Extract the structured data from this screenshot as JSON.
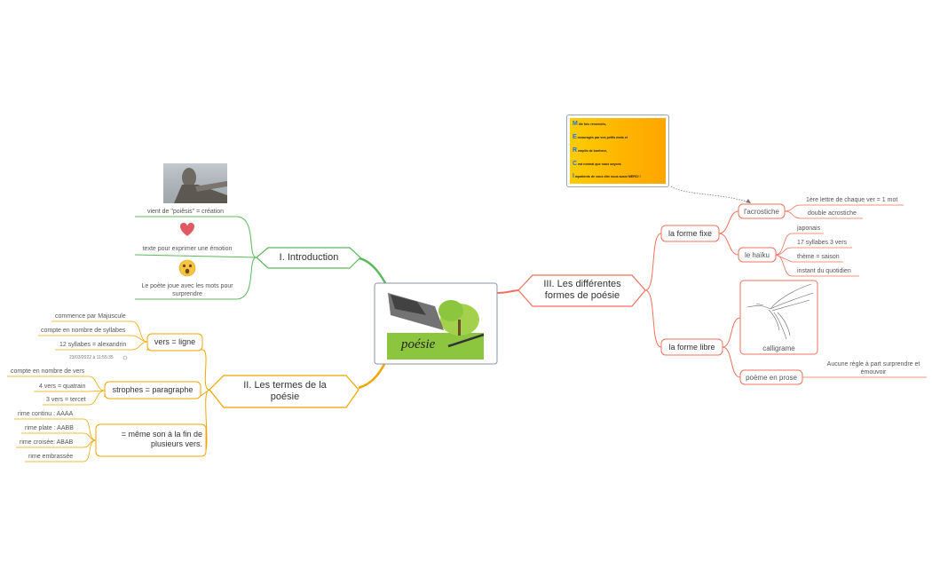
{
  "center": {
    "image": "poesie-illustration",
    "label": "poésie"
  },
  "intro": {
    "title": "I. Introduction",
    "items": [
      {
        "text": "vient de \"poiêsis\" = création",
        "media": "statue-photo"
      },
      {
        "text": "texte pour exprimer une émotion",
        "media": "heart-icon"
      },
      {
        "text": "Le poète joue avec les mots pour surprendre",
        "media": "surprised-face-icon"
      }
    ]
  },
  "terms": {
    "title": "II. Les termes de la poésie",
    "vers": {
      "label": "vers = ligne",
      "items": [
        "commence par Majuscule",
        "compte en nombre de syllabes",
        "12 syllabes = alexandrin"
      ],
      "timestamp": "23/03/2022 à 11:55:35"
    },
    "strophes": {
      "label": "strophes = paragraphe",
      "items": [
        "compte en nombre de vers",
        "4 vers = quatrain",
        "3 vers = tercet"
      ]
    },
    "rime": {
      "label": "= même son à la fin de plusieurs vers.",
      "items": [
        "rime continu : AAAA",
        "rime plate : AABB",
        "rime croisée: ABAB",
        "rime embrassée"
      ]
    }
  },
  "formes": {
    "title": "III. Les différentes formes de poésie",
    "fixe": {
      "label": "la forme fixe",
      "acrostiche": {
        "label": "l'acrostiche",
        "items": [
          "1ère lettre de chaque ver = 1 mot",
          "double acrostiche"
        ]
      },
      "haiku": {
        "label": "le haïku",
        "items": [
          "japonais",
          "17 syllabes 3 vers",
          "thème = saison",
          "instant du quotidien"
        ]
      }
    },
    "libre": {
      "label": "la forme libre",
      "calligrame": {
        "label": "calligrame"
      },
      "prose": {
        "label": "poème en prose",
        "note": "Aucune règle à part surprendre et émouvoir"
      }
    }
  },
  "merci": {
    "lines": [
      {
        "letter": "M",
        "text": "ille fois remerciés,"
      },
      {
        "letter": "E",
        "text": "ncouragés par vos petits mots et"
      },
      {
        "letter": "R",
        "text": "emplis de bonheur,"
      },
      {
        "letter": "C",
        "text": "est normal que nous soyons"
      },
      {
        "letter": "I",
        "text": "mpatients de vous dire nous aussi MERCI !"
      }
    ]
  },
  "colors": {
    "intro": "#5cb85c",
    "terms": "#f0a500",
    "formes": "#f0705a",
    "text": "#333333"
  }
}
